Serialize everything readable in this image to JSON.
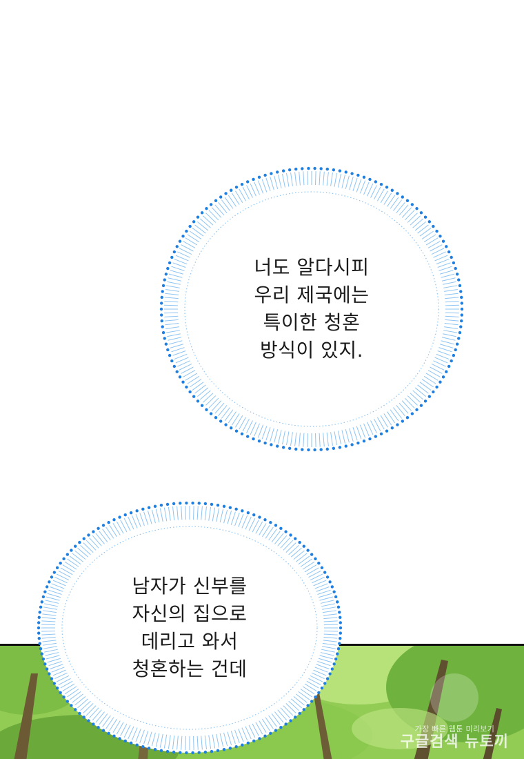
{
  "bubbles": [
    {
      "lines": [
        "너도 알다시피",
        "우리 제국에는",
        "특이한 청혼",
        "방식이 있지."
      ]
    },
    {
      "lines": [
        "남자가 신부를",
        "자신의 집으로",
        "데리고 와서",
        "청혼하는 건데"
      ]
    }
  ],
  "watermark": {
    "small": "가장 빠른 웹툰 미리보기",
    "big": "구글검색 뉴토끼"
  },
  "colors": {
    "bubble_dots": "#1e7fe0",
    "bubble_lines": "#8ec4f2",
    "panel_border": "#111111",
    "foliage": "#7cc04a"
  },
  "icons": {
    "watermark_logo": "rabbit-logo-icon"
  }
}
